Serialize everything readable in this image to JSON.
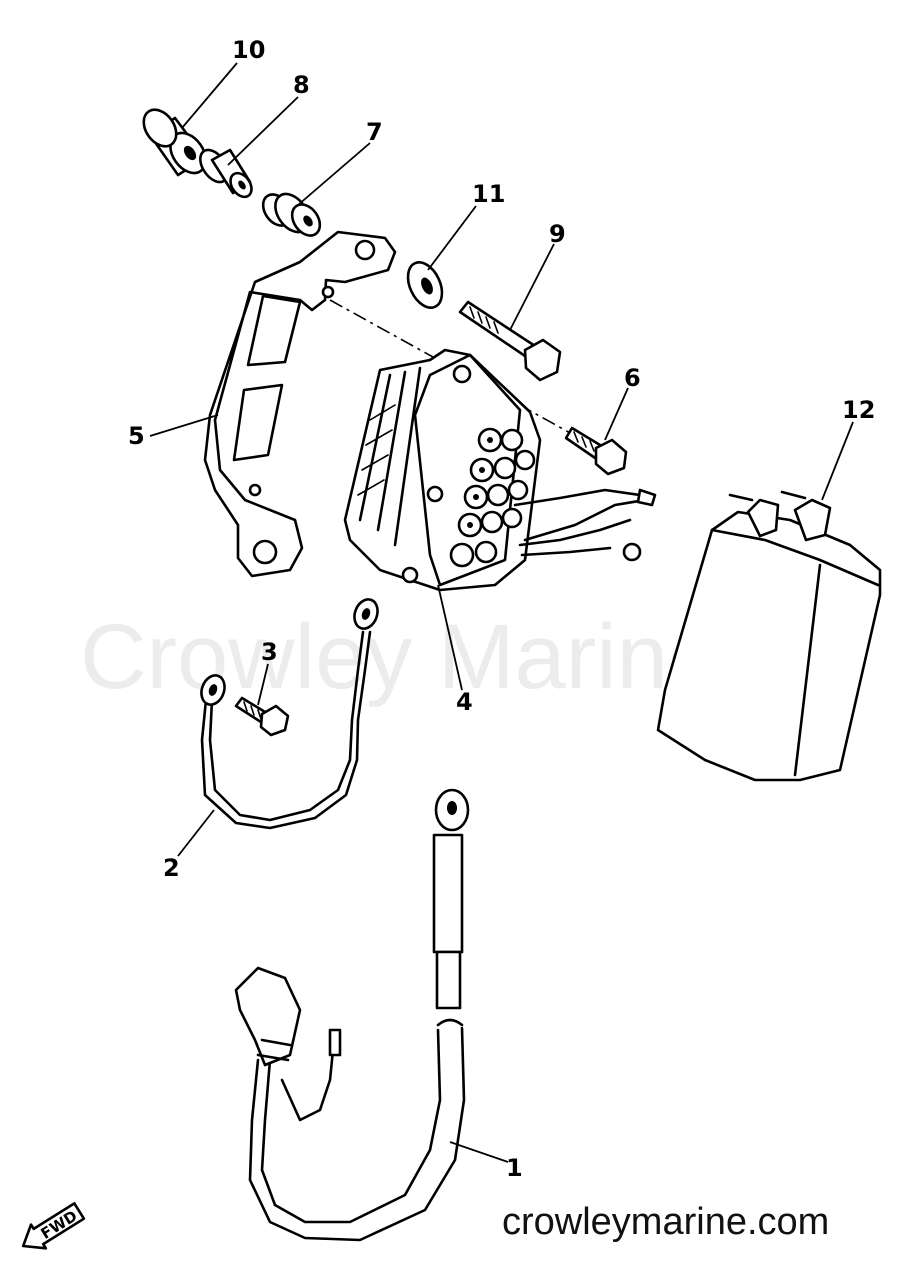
{
  "watermark": "Crowley Marine",
  "site": "crowleymarine.com",
  "fwd": "FWD",
  "callouts": {
    "c1": "1",
    "c2": "2",
    "c3": "3",
    "c4": "4",
    "c5": "5",
    "c6": "6",
    "c7": "7",
    "c8": "8",
    "c9": "9",
    "c10": "10",
    "c11": "11",
    "c12": "12"
  }
}
